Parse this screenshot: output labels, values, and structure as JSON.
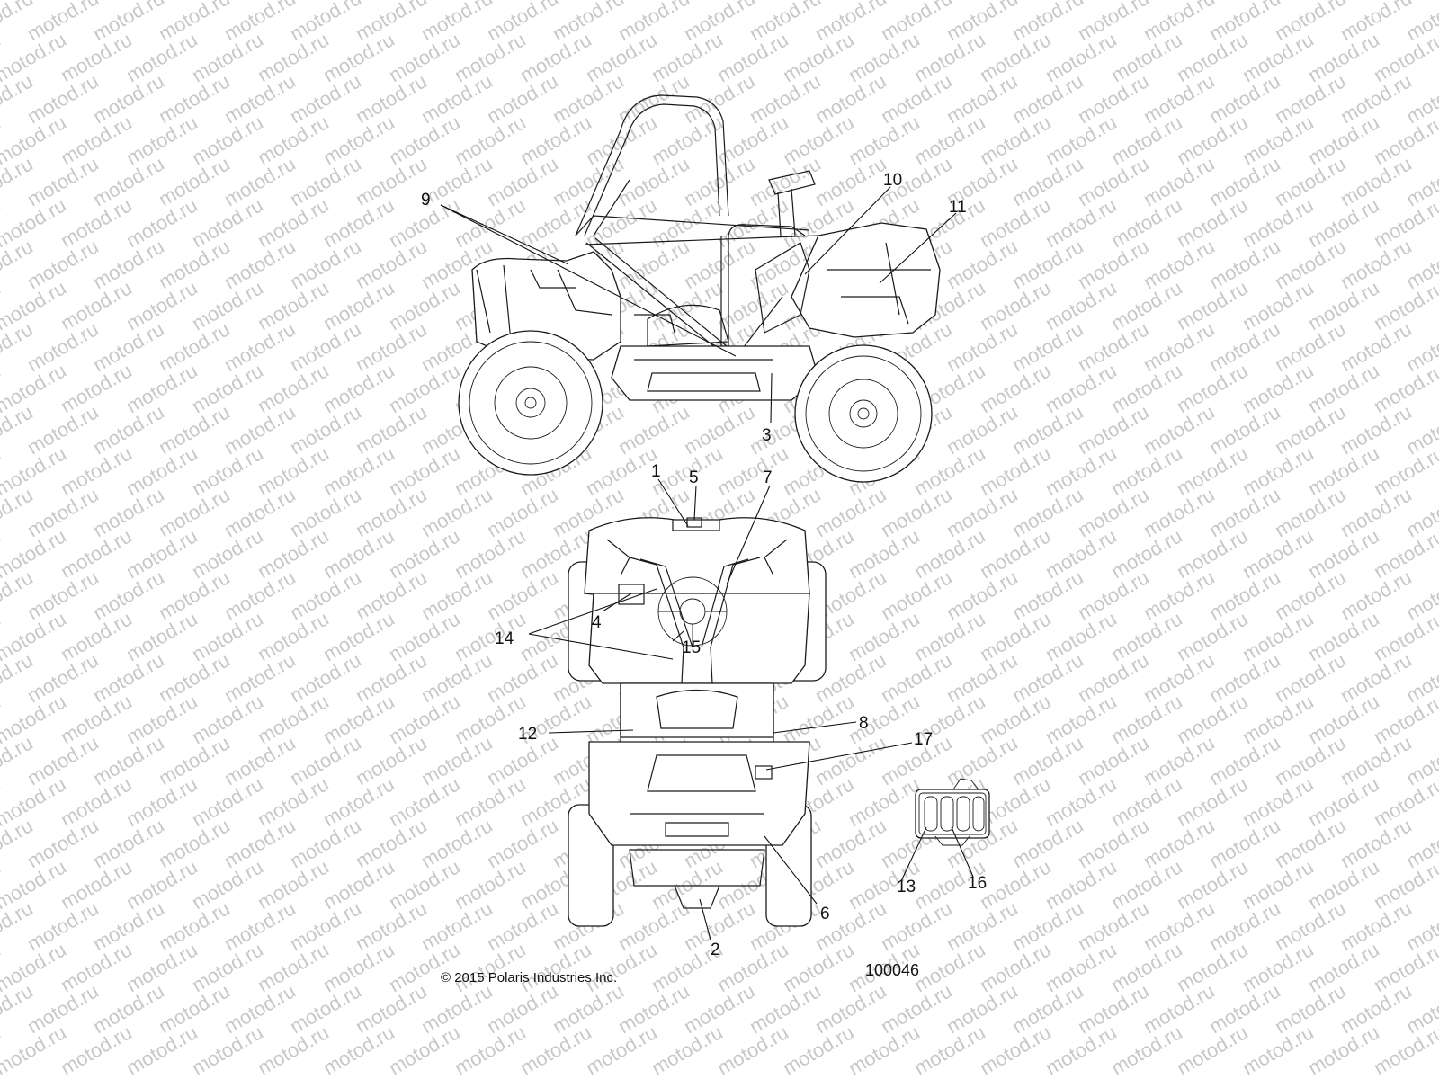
{
  "watermark_text": "motod.ru",
  "callouts": {
    "c1": "1",
    "c2": "2",
    "c3": "3",
    "c4": "4",
    "c5": "5",
    "c6": "6",
    "c7": "7",
    "c8": "8",
    "c9": "9",
    "c10": "10",
    "c11": "11",
    "c12": "12",
    "c13": "13",
    "c14": "14",
    "c15": "15",
    "c16": "16",
    "c17": "17"
  },
  "footer": {
    "copyright": "© 2015 Polaris Industries Inc.",
    "figure_number": "100046"
  },
  "colors": {
    "line": "#1a1a1a",
    "watermark": "#c8c8c8",
    "background": "#ffffff"
  }
}
